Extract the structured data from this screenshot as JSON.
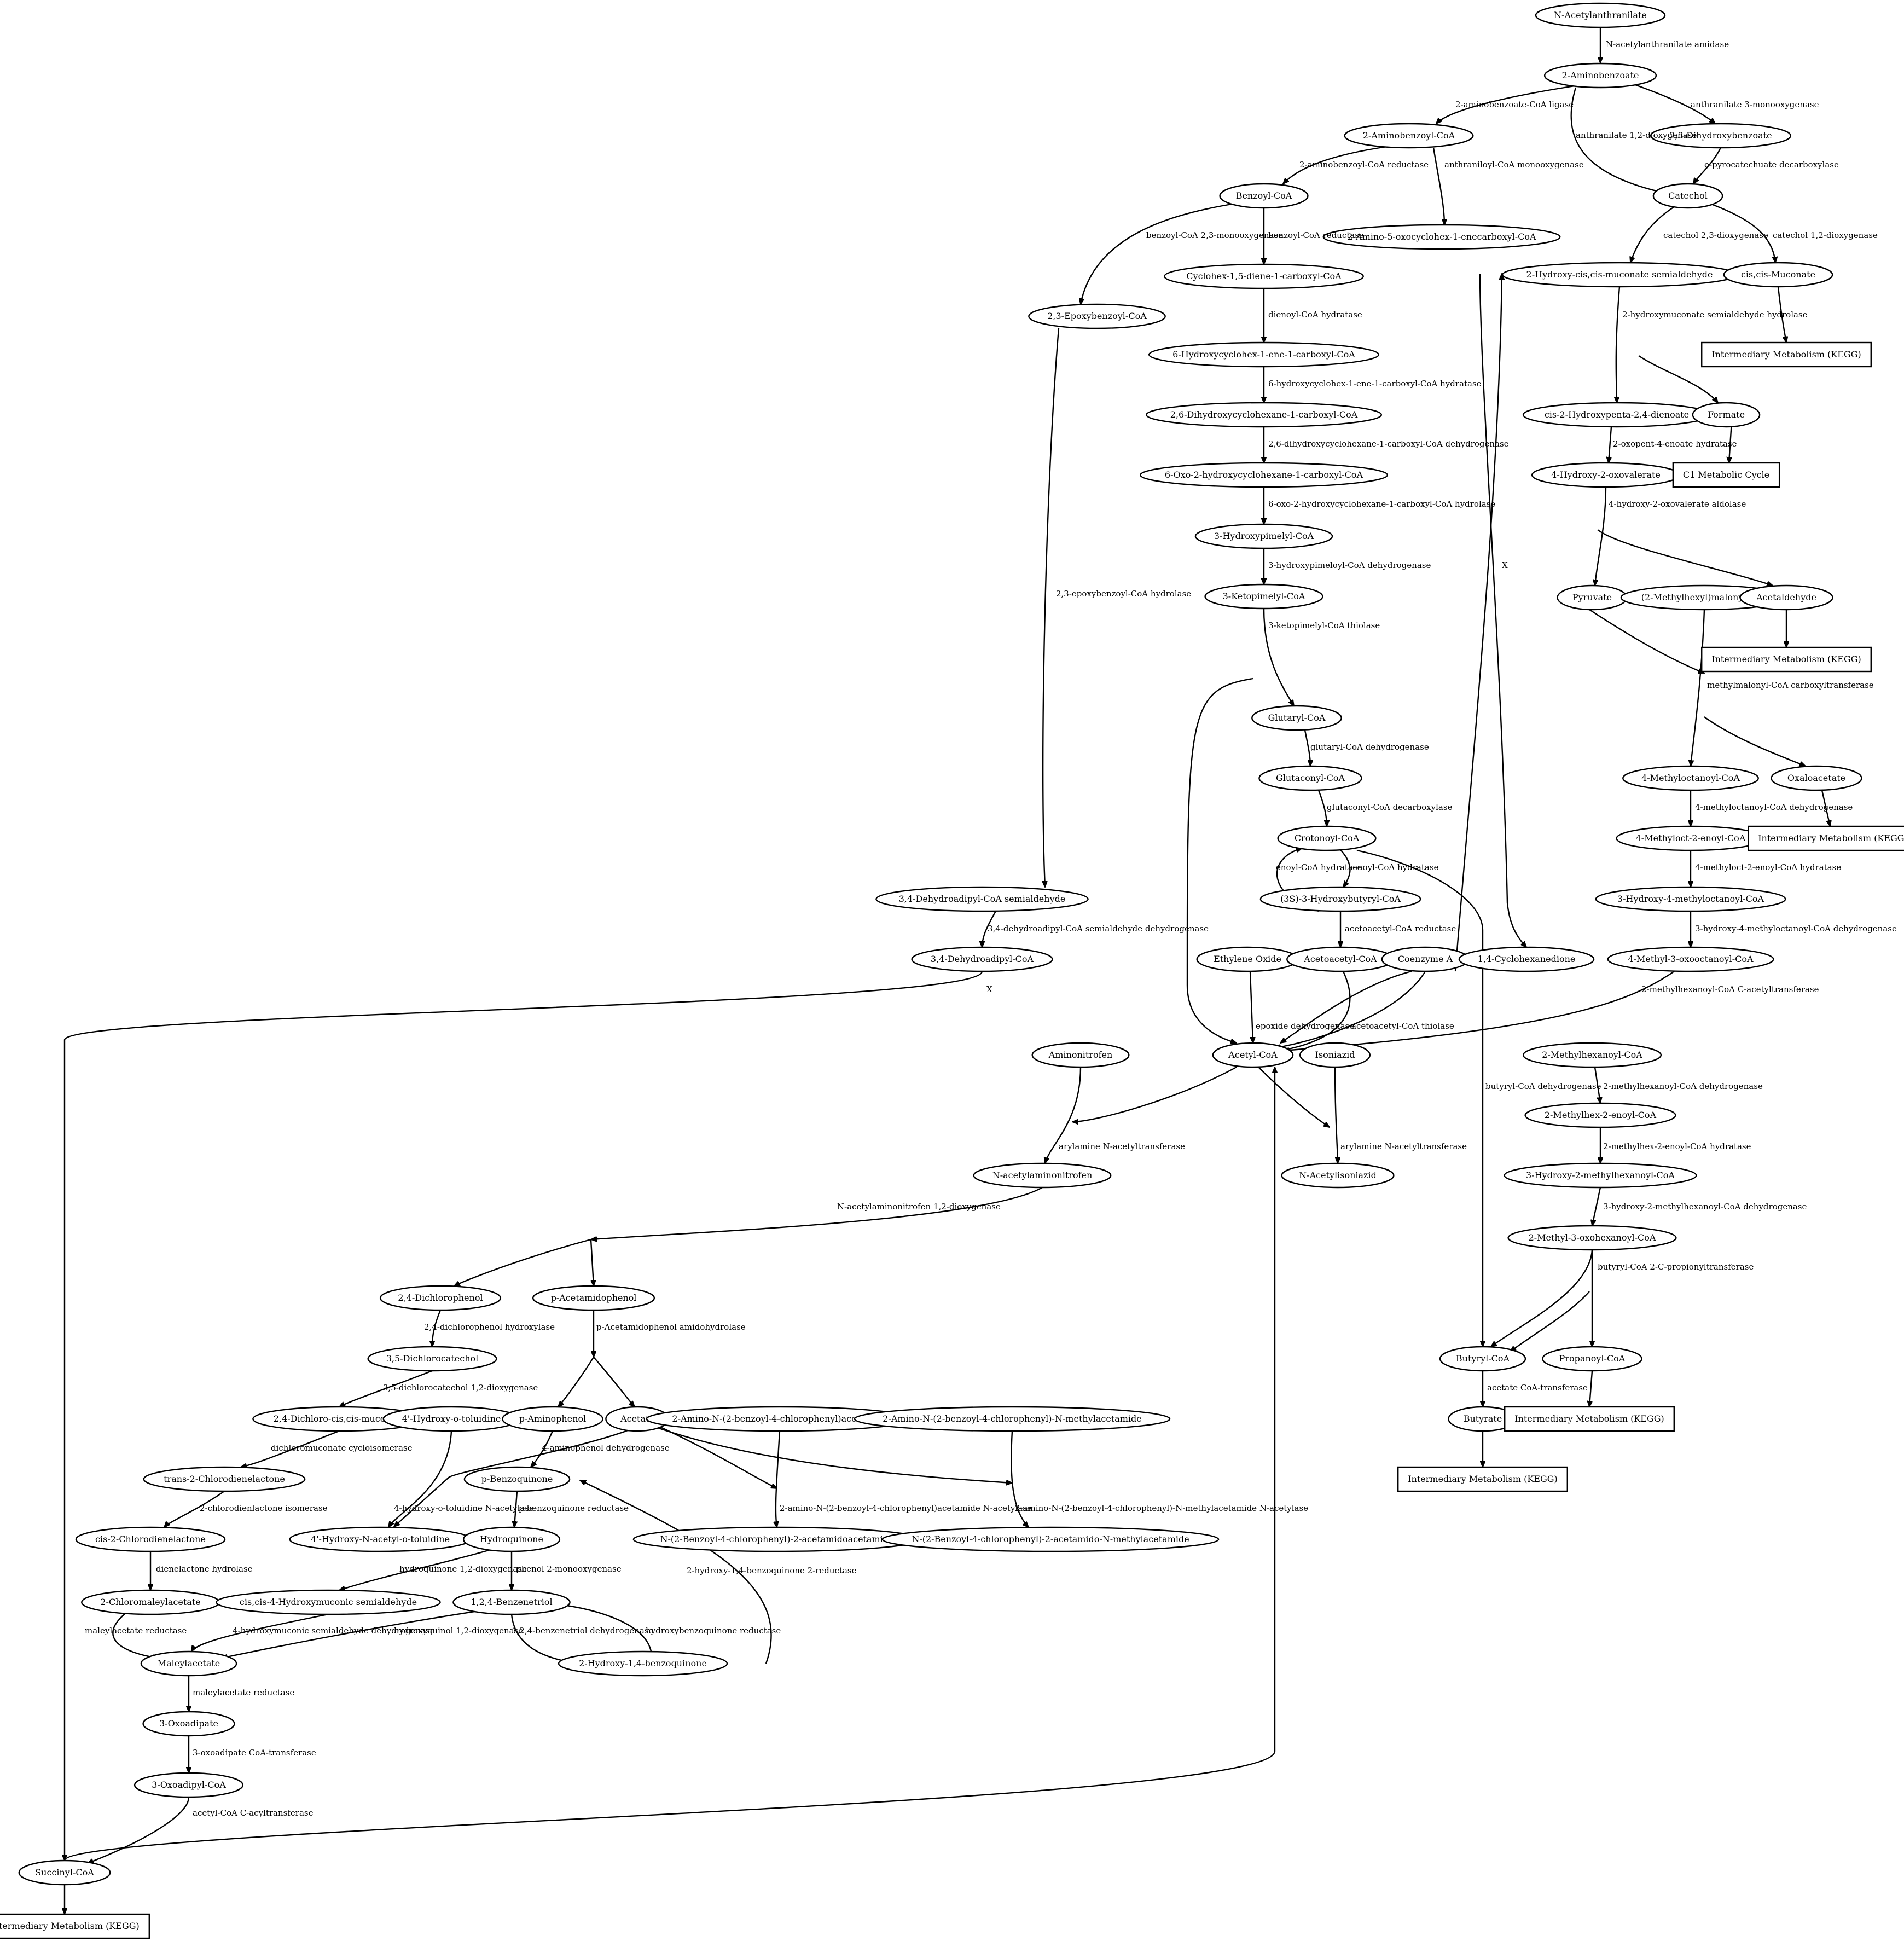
{
  "nodes": {
    "nacetylanthranilate": {
      "label": "N-Acetylanthranilate"
    },
    "aminobenzoate": {
      "label": "2-Aminobenzoate"
    },
    "aminobenzoylcoa": {
      "label": "2-Aminobenzoyl-CoA"
    },
    "dihydroxybenzoate": {
      "label": "2,3-Dihydroxybenzoate"
    },
    "benzoylcoa": {
      "label": "Benzoyl-CoA"
    },
    "catechol": {
      "label": "Catechol"
    },
    "aminooxocyclohex": {
      "label": "2-Amino-5-oxocyclohex-1-enecarboxyl-CoA"
    },
    "cyclohexdiene": {
      "label": "Cyclohex-1,5-diene-1-carboxyl-CoA"
    },
    "hydroxymuconatesemi": {
      "label": "2-Hydroxy-cis,cis-muconate semialdehyde"
    },
    "ccmuconate": {
      "label": "cis,cis-Muconate"
    },
    "epoxybenzoylcoa": {
      "label": "2,3-Epoxybenzoyl-CoA"
    },
    "hydroxycyclohexene": {
      "label": "6-Hydroxycyclohex-1-ene-1-carboxyl-CoA"
    },
    "im_muconate": {
      "label": "Intermediary Metabolism (KEGG)"
    },
    "dihydroxycyclohexane": {
      "label": "2,6-Dihydroxycyclohexane-1-carboxyl-CoA"
    },
    "hydroxypentadienoate": {
      "label": "cis-2-Hydroxypenta-2,4-dienoate"
    },
    "formate": {
      "label": "Formate"
    },
    "oxohydroxycyclohexane": {
      "label": "6-Oxo-2-hydroxycyclohexane-1-carboxyl-CoA"
    },
    "hydroxyoxovalerate": {
      "label": "4-Hydroxy-2-oxovalerate"
    },
    "c1cycle": {
      "label": "C1 Metabolic Cycle"
    },
    "hydroxypimelylcoa": {
      "label": "3-Hydroxypimelyl-CoA"
    },
    "ketopimelylcoa": {
      "label": "3-Ketopimelyl-CoA"
    },
    "pyruvate": {
      "label": "Pyruvate"
    },
    "methylhexylmalonylcoa": {
      "label": "(2-Methylhexyl)malonyl-CoA"
    },
    "acetaldehyde": {
      "label": "Acetaldehyde"
    },
    "im_acetaldehyde": {
      "label": "Intermediary Metabolism (KEGG)"
    },
    "glutarylcoa": {
      "label": "Glutaryl-CoA"
    },
    "methyloctanoylcoa": {
      "label": "4-Methyloctanoyl-CoA"
    },
    "oxaloacetate": {
      "label": "Oxaloacetate"
    },
    "glutaconylcoa": {
      "label": "Glutaconyl-CoA"
    },
    "methyloctenoylcoa": {
      "label": "4-Methyloct-2-enoyl-CoA"
    },
    "im_oxaloacetate": {
      "label": "Intermediary Metabolism (KEGG)"
    },
    "crotonoylcoa": {
      "label": "Crotonoyl-CoA"
    },
    "dehydroadipylsemi": {
      "label": "3,4-Dehydroadipyl-CoA semialdehyde"
    },
    "hydroxybutyrylcoa": {
      "label": "(3S)-3-Hydroxybutyryl-CoA"
    },
    "hydroxymethyloctanoylcoa": {
      "label": "3-Hydroxy-4-methyloctanoyl-CoA"
    },
    "dehydroadipylcoa": {
      "label": "3,4-Dehydroadipyl-CoA"
    },
    "ethyleneoxide": {
      "label": "Ethylene Oxide"
    },
    "acetoacetylcoa": {
      "label": "Acetoacetyl-CoA"
    },
    "coenzymea": {
      "label": "Coenzyme A"
    },
    "cyclohexanedione": {
      "label": "1,4-Cyclohexanedione"
    },
    "methyloxooctanoylcoa": {
      "label": "4-Methyl-3-oxooctanoyl-CoA"
    },
    "aminonitrofen": {
      "label": "Aminonitrofen"
    },
    "acetylcoa": {
      "label": "Acetyl-CoA"
    },
    "isoniazid": {
      "label": "Isoniazid"
    },
    "methylhexanoylcoa": {
      "label": "2-Methylhexanoyl-CoA"
    },
    "methylhexenoylcoa": {
      "label": "2-Methylhex-2-enoyl-CoA"
    },
    "nacetylaminonitrofen": {
      "label": "N-acetylaminonitrofen"
    },
    "nacetylisoniazid": {
      "label": "N-Acetylisoniazid"
    },
    "hydroxymethylhexanoylcoa": {
      "label": "3-Hydroxy-2-methylhexanoyl-CoA"
    },
    "methyloxohexanoylcoa": {
      "label": "2-Methyl-3-oxohexanoyl-CoA"
    },
    "dichlorophenol": {
      "label": "2,4-Dichlorophenol"
    },
    "pacetamidophenol": {
      "label": "p-Acetamidophenol"
    },
    "dichlorocatechol": {
      "label": "3,5-Dichlorocatechol"
    },
    "butyrylcoa": {
      "label": "Butyryl-CoA"
    },
    "propanoylcoa": {
      "label": "Propanoyl-CoA"
    },
    "dichloromuconate": {
      "label": "2,4-Dichloro-cis,cis-muconate"
    },
    "hydroxytoluidine": {
      "label": "4'-Hydroxy-o-toluidine"
    },
    "paminophenol": {
      "label": "p-Aminophenol"
    },
    "acetate": {
      "label": "Acetate"
    },
    "aminobenzoylchlorophenylacetamide": {
      "label": "2-Amino-N-(2-benzoyl-4-chlorophenyl)acetamide"
    },
    "aminobenzoylchlorophenylmethylacetamide": {
      "label": "2-Amino-N-(2-benzoyl-4-chlorophenyl)-N-methylacetamide"
    },
    "butyrate": {
      "label": "Butyrate"
    },
    "im_propanoyl": {
      "label": "Intermediary Metabolism (KEGG)"
    },
    "transchlorodienelactone": {
      "label": "trans-2-Chlorodienelactone"
    },
    "pbenzoquinone": {
      "label": "p-Benzoquinone"
    },
    "im_butyrate": {
      "label": "Intermediary Metabolism (KEGG)"
    },
    "cischlorodienelactone": {
      "label": "cis-2-Chlorodienelactone"
    },
    "hydroxyacetyltoluidine": {
      "label": "4'-Hydroxy-N-acetyl-o-toluidine"
    },
    "hydroquinone": {
      "label": "Hydroquinone"
    },
    "benzoylchlorophenylacetamidoacetamide": {
      "label": "N-(2-Benzoyl-4-chlorophenyl)-2-acetamidoacetamide"
    },
    "benzoylchlorophenylacetamidomethylacetamide": {
      "label": "N-(2-Benzoyl-4-chlorophenyl)-2-acetamido-N-methylacetamide"
    },
    "chloromaleylacetate": {
      "label": "2-Chloromaleylacetate"
    },
    "hydroxymuconicsemi": {
      "label": "cis,cis-4-Hydroxymuconic semialdehyde"
    },
    "benzenetriol": {
      "label": "1,2,4-Benzenetriol"
    },
    "maleylacetate": {
      "label": "Maleylacetate"
    },
    "hydroxybenzoquinone": {
      "label": "2-Hydroxy-1,4-benzoquinone"
    },
    "oxoadipate": {
      "label": "3-Oxoadipate"
    },
    "oxoadipylcoa": {
      "label": "3-Oxoadipyl-CoA"
    },
    "succinylcoa": {
      "label": "Succinyl-CoA"
    },
    "im_succinyl": {
      "label": "Intermediary Metabolism (KEGG)"
    }
  },
  "edges": [
    {
      "id": "e1",
      "label": "N-acetylanthranilate amidase"
    },
    {
      "id": "e2",
      "label": "2-aminobenzoate-CoA ligase"
    },
    {
      "id": "e3",
      "label": "anthranilate 3-monooxygenase"
    },
    {
      "id": "e4",
      "label": "anthranilate 1,2-dioxygenase"
    },
    {
      "id": "e5",
      "label": "2-aminobenzoyl-CoA reductase"
    },
    {
      "id": "e6",
      "label": "anthraniloyl-CoA monooxygenase"
    },
    {
      "id": "e7",
      "label": "o-pyrocatechuate decarboxylase"
    },
    {
      "id": "e8",
      "label": "benzoyl-CoA 2,3-monooxygenase"
    },
    {
      "id": "e9",
      "label": "benzoyl-CoA reductase"
    },
    {
      "id": "e10",
      "label": "catechol 2,3-dioxygenase"
    },
    {
      "id": "e11",
      "label": "catechol 1,2-dioxygenase"
    },
    {
      "id": "e12",
      "label": "dienoyl-CoA hydratase"
    },
    {
      "id": "e13",
      "label": "6-hydroxycyclohex-1-ene-1-carboxyl-CoA hydratase"
    },
    {
      "id": "e14",
      "label": "2,6-dihydroxycyclohexane-1-carboxyl-CoA dehydrogenase"
    },
    {
      "id": "e15",
      "label": "6-oxo-2-hydroxycyclohexane-1-carboxyl-CoA hydrolase"
    },
    {
      "id": "e16",
      "label": "3-hydroxypimeloyl-CoA dehydrogenase"
    },
    {
      "id": "e17",
      "label": "3-ketopimelyl-CoA thiolase"
    },
    {
      "id": "e18",
      "label": "2-hydroxymuconate semialdehyde hydrolase"
    },
    {
      "id": "e19",
      "label": "2-oxopent-4-enoate hydratase"
    },
    {
      "id": "e20",
      "label": "4-hydroxy-2-oxovalerate aldolase"
    },
    {
      "id": "e21",
      "label": "methylmalonyl-CoA carboxyltransferase"
    },
    {
      "id": "e22",
      "label": "2,3-epoxybenzoyl-CoA hydrolase"
    },
    {
      "id": "e23",
      "label": "X"
    },
    {
      "id": "e24",
      "label": "glutaryl-CoA dehydrogenase"
    },
    {
      "id": "e25",
      "label": "glutaconyl-CoA decarboxylase"
    },
    {
      "id": "e26",
      "label": "enoyl-CoA hydratase"
    },
    {
      "id": "e27",
      "label": "enoyl-CoA hydratase"
    },
    {
      "id": "e28",
      "label": "acetoacetyl-CoA reductase"
    },
    {
      "id": "e29",
      "label": "4-methyloctanoyl-CoA dehydrogenase"
    },
    {
      "id": "e30",
      "label": "4-methyloct-2-enoyl-CoA hydratase"
    },
    {
      "id": "e31",
      "label": "3-hydroxy-4-methyloctanoyl-CoA dehydrogenase"
    },
    {
      "id": "e32",
      "label": "2-methylhexanoyl-CoA C-acetyltransferase"
    },
    {
      "id": "e33",
      "label": "3,4-dehydroadipyl-CoA semialdehyde dehydrogenase"
    },
    {
      "id": "e34",
      "label": "X"
    },
    {
      "id": "e35",
      "label": "epoxide dehydrogenase"
    },
    {
      "id": "e36",
      "label": "acetoacetyl-CoA thiolase"
    },
    {
      "id": "e37",
      "label": "arylamine N-acetyltransferase"
    },
    {
      "id": "e38",
      "label": "arylamine N-acetyltransferase"
    },
    {
      "id": "e39",
      "label": "butyryl-CoA dehydrogenase"
    },
    {
      "id": "e40",
      "label": "2-methylhexanoyl-CoA dehydrogenase"
    },
    {
      "id": "e41",
      "label": "2-methylhex-2-enoyl-CoA hydratase"
    },
    {
      "id": "e42",
      "label": "3-hydroxy-2-methylhexanoyl-CoA dehydrogenase"
    },
    {
      "id": "e43",
      "label": "butyryl-CoA 2-C-propionyltransferase"
    },
    {
      "id": "e44",
      "label": "N-acetylaminonitrofen 1,2-dioxygenase"
    },
    {
      "id": "e45",
      "label": "2,4-dichlorophenol hydroxylase"
    },
    {
      "id": "e46",
      "label": "p-Acetamidophenol amidohydrolase"
    },
    {
      "id": "e47",
      "label": "3,5-dichlorocatechol 1,2-dioxygenase"
    },
    {
      "id": "e48",
      "label": "acetate CoA-transferase"
    },
    {
      "id": "e49",
      "label": "dichloromuconate cycloisomerase"
    },
    {
      "id": "e50",
      "label": "4-aminophenol dehydrogenase"
    },
    {
      "id": "e51",
      "label": "2-chlorodienlactone isomerase"
    },
    {
      "id": "e52",
      "label": "4-hydroxy-o-toluidine N-acetylase"
    },
    {
      "id": "e53",
      "label": "p-benzoquinone reductase"
    },
    {
      "id": "e54",
      "label": "2-amino-N-(2-benzoyl-4-chlorophenyl)acetamide N-acetylase"
    },
    {
      "id": "e55",
      "label": "2-amino-N-(2-benzoyl-4-chlorophenyl)-N-methylacetamide N-acetylase"
    },
    {
      "id": "e56",
      "label": "dienelactone hydrolase"
    },
    {
      "id": "e57",
      "label": "hydroquinone 1,2-dioxygenase"
    },
    {
      "id": "e58",
      "label": "phenol 2-monooxygenase"
    },
    {
      "id": "e59",
      "label": "2-hydroxy-1,4-benzoquinone 2-reductase"
    },
    {
      "id": "e60",
      "label": "maleylacetate reductase"
    },
    {
      "id": "e61",
      "label": "4-hydroxymuconic semialdehyde dehydrogenase"
    },
    {
      "id": "e62",
      "label": "hydroxyquinol 1,2-dioxygenase"
    },
    {
      "id": "e63",
      "label": "1,2,4-benzenetriol dehydrogenase"
    },
    {
      "id": "e64",
      "label": "hydroxybenzoquinone reductase"
    },
    {
      "id": "e65",
      "label": "maleylacetate reductase"
    },
    {
      "id": "e66",
      "label": "3-oxoadipate CoA-transferase"
    },
    {
      "id": "e67",
      "label": "acetyl-CoA C-acyltransferase"
    }
  ]
}
